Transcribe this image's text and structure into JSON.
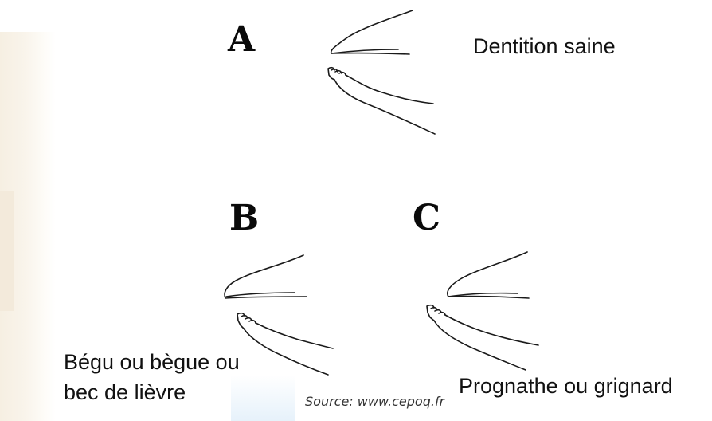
{
  "panels": {
    "a": {
      "letter": "A",
      "label": "Dentition saine"
    },
    "b": {
      "letter": "B",
      "label_line1": "Bégu ou bègue ou",
      "label_line2": "bec de lièvre"
    },
    "c": {
      "letter": "C",
      "label": "Prognathe ou grignard"
    }
  },
  "source": "Source: www.cepoq.fr",
  "colors": {
    "ink": "#1a1a1a",
    "background": "#ffffff",
    "left_band": "#f6efe2"
  }
}
